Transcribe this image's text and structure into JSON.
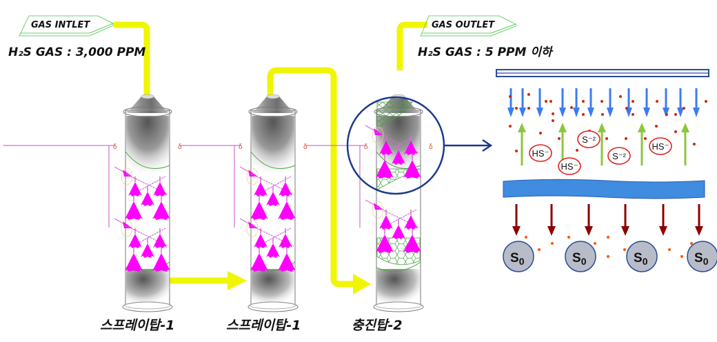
{
  "labels": {
    "inlet_tag": "GAS INTLET",
    "inlet_concentration": "H₂S GAS : 3,000 PPM",
    "outlet_tag": "GAS OUTLET",
    "outlet_concentration": "H₂S GAS : 5 PPM 이하"
  },
  "towers": [
    {
      "name": "스프레이탑-1",
      "type": "spray"
    },
    {
      "name": "스프레이탑-1",
      "type": "spray"
    },
    {
      "name": "충진탑-2",
      "type": "packed"
    }
  ],
  "detail": {
    "ions": [
      "HS⁻",
      "HS⁻",
      "S⁻²",
      "S⁻²",
      "HS⁻"
    ],
    "precipitate_label": "S",
    "precipitate_subscript": "0",
    "precipitate_count": 4
  },
  "colors": {
    "gas_pipe": "#f0f500",
    "spray": "#ff00ff",
    "spray_line": "#d070d0",
    "packing": "#4aa040",
    "down_arrow": "#3b7cf0",
    "up_arrow": "#8cc63f",
    "particle": "#cc2a00",
    "ion_ring": "#e02020",
    "liquid_layer": "#3f8ce0",
    "reduction_arrow": "#8b0000",
    "sulfur_fill": "#b8bcc8",
    "sulfur_ring": "#2a4a9a",
    "zoom_circle": "#1a3a8a"
  }
}
